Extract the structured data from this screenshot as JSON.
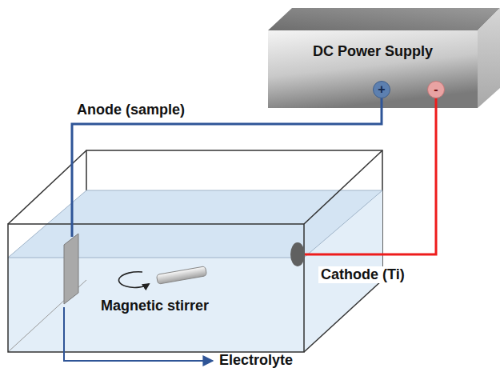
{
  "diagram": {
    "nodes": [
      {
        "text": [
          "DC Power Supply"
        ]
      },
      {
        "text": [
          "+"
        ],
        "in": 0
      },
      {
        "text": [
          "-"
        ],
        "in": 0
      }
    ],
    "labels": [
      "Anode (sample)",
      "Magnetic stirrer",
      "Cathode (Ti)",
      "Electrolyte"
    ]
  }
}
